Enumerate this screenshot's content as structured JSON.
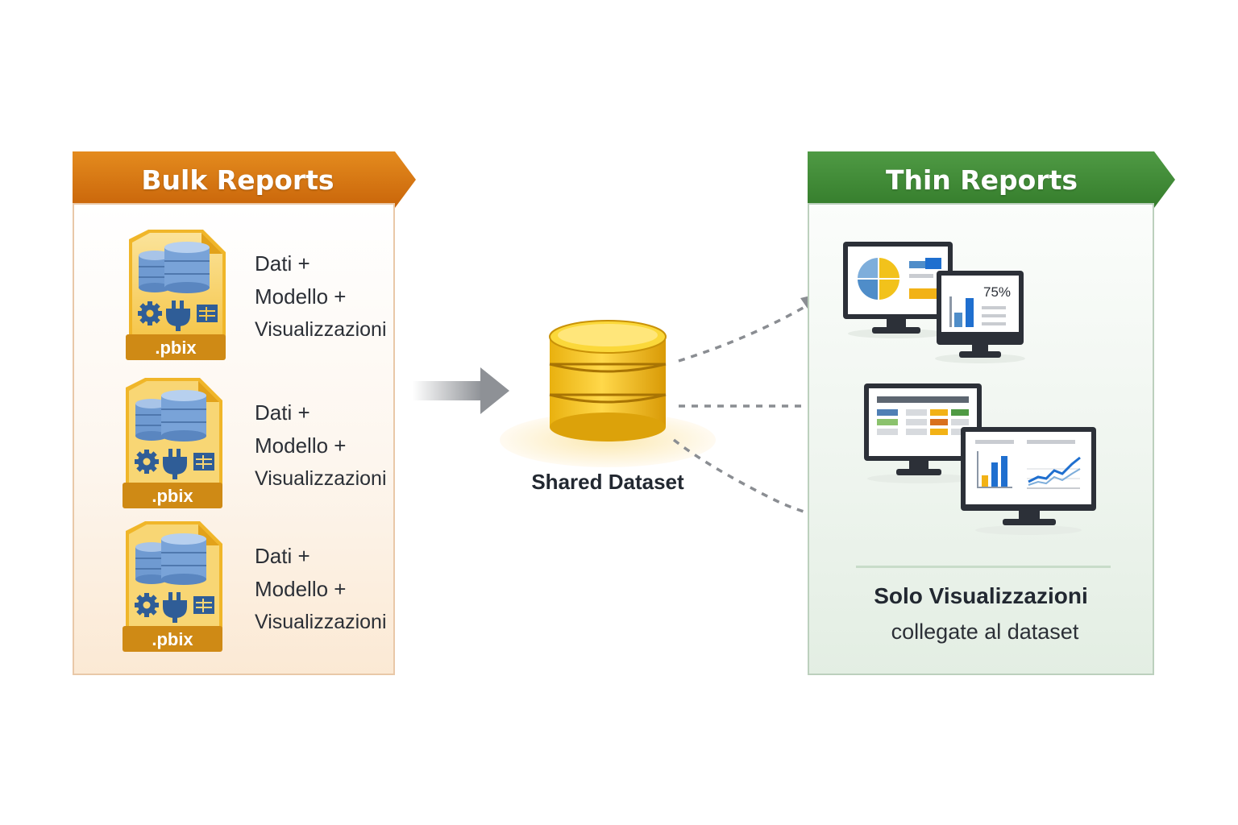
{
  "left_panel": {
    "title": "Bulk Reports",
    "files": [
      {
        "extension": ".pbix",
        "lines": [
          "Dati +",
          "Modello +",
          "Visualizzazioni"
        ]
      },
      {
        "extension": ".pbix",
        "lines": [
          "Dati +",
          "Modello +",
          "Visualizzazioni"
        ]
      },
      {
        "extension": ".pbix",
        "lines": [
          "Dati +",
          "Modello +",
          "Visualizzazioni"
        ]
      }
    ]
  },
  "center": {
    "dataset_label": "Shared Dataset"
  },
  "right_panel": {
    "title": "Thin Reports",
    "gauge_value": "75%",
    "caption_line1": "Solo Visualizzazioni",
    "caption_line2": "collegate al dataset"
  },
  "colors": {
    "bulk_banner": "#d2720a",
    "thin_banner": "#3e8b35",
    "file_gold": "#f2b624",
    "db_blue": "#6f9ad1",
    "dataset_gold": "#f0c419"
  },
  "icons": [
    "database-icon",
    "gear-icon",
    "plug-icon",
    "table-icon",
    "monitor-icon",
    "arrow-icon"
  ]
}
